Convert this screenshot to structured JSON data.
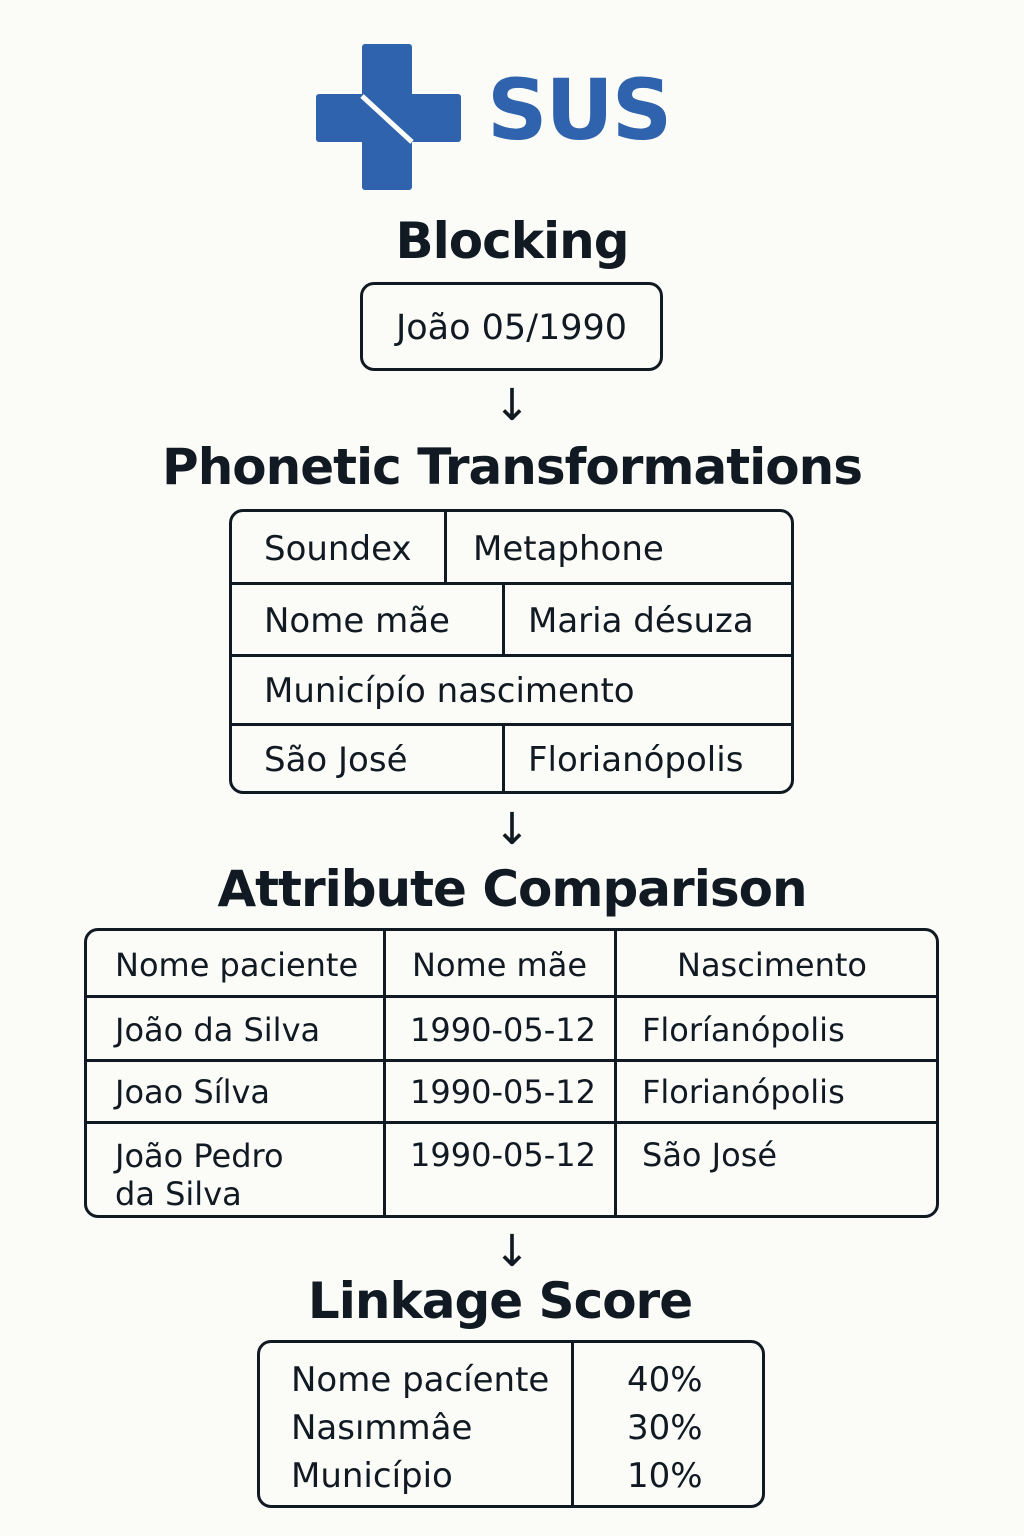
{
  "logo": {
    "text": "SUS",
    "brand_color": "#2f63ad"
  },
  "sections": {
    "blocking": {
      "title": "Blocking",
      "value": "João 05/1990"
    },
    "phonetic": {
      "title": "Phonetic Transformations",
      "rows": [
        [
          "Soundex",
          "Metaphone"
        ],
        [
          "Nome mãe",
          "Maria désuza"
        ],
        [
          "Municípío nascimento"
        ],
        [
          "São José",
          "Florianópolis"
        ]
      ]
    },
    "attribute": {
      "title": "Attribute Comparison",
      "headers": [
        "Nome paciente",
        "Nome mãe",
        "Nascimento"
      ],
      "rows": [
        [
          "João da Silva",
          "1990-05-12",
          "Floríanópolis"
        ],
        [
          "Joao Sílva",
          "1990-05-12",
          "Florianópolis"
        ],
        [
          "João Pedro\nda Silva",
          "1990-05-12",
          "São José"
        ]
      ]
    },
    "linkage": {
      "title": "Linkage Score",
      "labels": [
        "Nome pacíente",
        "Nasımmâe",
        "Município"
      ],
      "values": [
        "40%",
        "30%",
        "10%"
      ]
    }
  },
  "arrow_glyph": "↓"
}
